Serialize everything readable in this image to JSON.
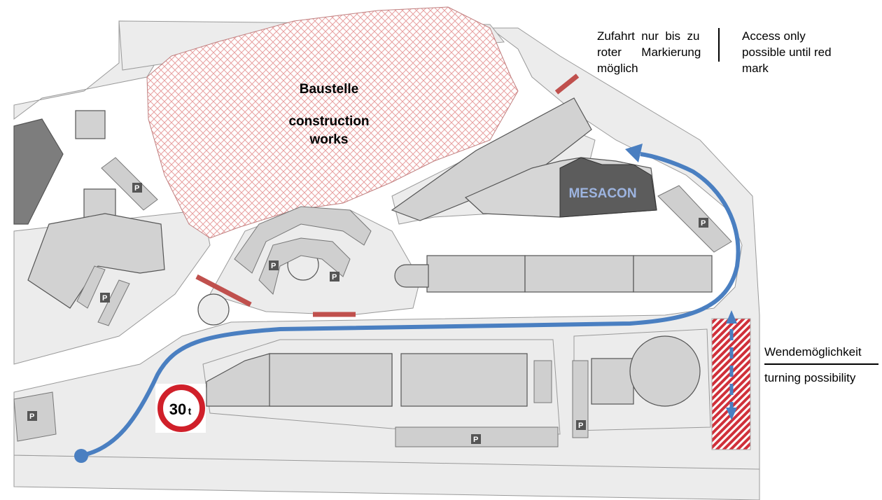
{
  "map": {
    "construction": {
      "title": "Baustelle",
      "subtitle_line1": "construction",
      "subtitle_line2": "works"
    },
    "building_label": "MESACON",
    "parking_label": "P",
    "speed_sign": {
      "value": "30",
      "unit": "t"
    },
    "colors": {
      "route": "#4a7fc1",
      "mark": "#c0504d",
      "building": "#d2d2d2",
      "mesacon": "#5c5c5c",
      "road": "#ececec"
    }
  },
  "legend": {
    "access_de": {
      "line1": "Zufahrt  nur  bis  zu",
      "line2": "roter      Markierung",
      "line3": "möglich"
    },
    "access_en": {
      "line1": "Access only",
      "line2": "possible until red",
      "line3": "mark"
    },
    "turning_de": "Wendemöglichkeit",
    "turning_en": "turning possibility"
  }
}
